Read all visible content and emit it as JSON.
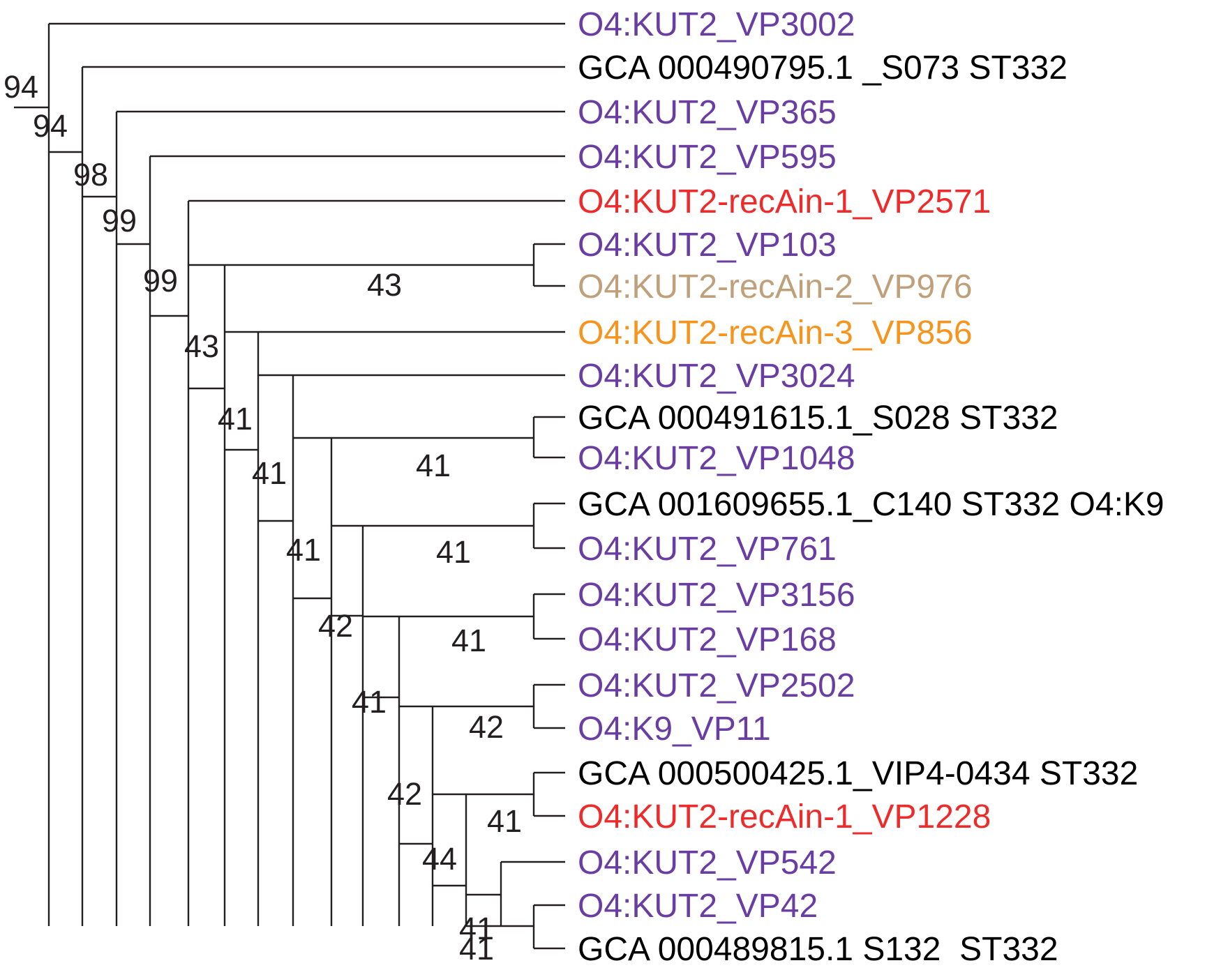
{
  "colors": {
    "purple": "#6a3da3",
    "black": "#000000",
    "red": "#ee2b2b",
    "tan": "#c0a07a",
    "orange": "#f7941d",
    "branch": "#231f20"
  },
  "leaves": [
    {
      "label": "O4:KUT2_VP3002",
      "color": "purple"
    },
    {
      "label": "GCA 000490795.1 _S073 ST332",
      "color": "black"
    },
    {
      "label": "O4:KUT2_VP365",
      "color": "purple"
    },
    {
      "label": "O4:KUT2_VP595",
      "color": "purple"
    },
    {
      "label": "O4:KUT2-recAin-1_VP2571",
      "color": "red"
    },
    {
      "label": "O4:KUT2_VP103",
      "color": "purple"
    },
    {
      "label": "O4:KUT2-recAin-2_VP976",
      "color": "tan"
    },
    {
      "label": "O4:KUT2-recAin-3_VP856",
      "color": "orange"
    },
    {
      "label": "O4:KUT2_VP3024",
      "color": "purple"
    },
    {
      "label": "GCA 000491615.1_S028 ST332",
      "color": "black"
    },
    {
      "label": "O4:KUT2_VP1048",
      "color": "purple"
    },
    {
      "label": "GCA 001609655.1_C140 ST332 O4:K9",
      "color": "black"
    },
    {
      "label": "O4:KUT2_VP761",
      "color": "purple"
    },
    {
      "label": "O4:KUT2_VP3156",
      "color": "purple"
    },
    {
      "label": "O4:KUT2_VP168",
      "color": "purple"
    },
    {
      "label": "O4:KUT2_VP2502",
      "color": "purple"
    },
    {
      "label": "O4:K9_VP11",
      "color": "purple"
    },
    {
      "label": "GCA 000500425.1_VIP4-0434 ST332",
      "color": "black"
    },
    {
      "label": "O4:KUT2-recAin-1_VP1228",
      "color": "red"
    },
    {
      "label": "O4:KUT2_VP542",
      "color": "purple"
    },
    {
      "label": "O4:KUT2_VP42",
      "color": "purple"
    },
    {
      "label": "GCA 000489815.1 S132  ST332",
      "color": "black"
    }
  ],
  "bootstrap_values": [
    "94",
    "94",
    "98",
    "99",
    "99",
    "43",
    "43",
    "41",
    "41",
    "41",
    "41",
    "41",
    "42",
    "41",
    "41",
    "42",
    "42",
    "41",
    "44",
    "41",
    "41"
  ]
}
